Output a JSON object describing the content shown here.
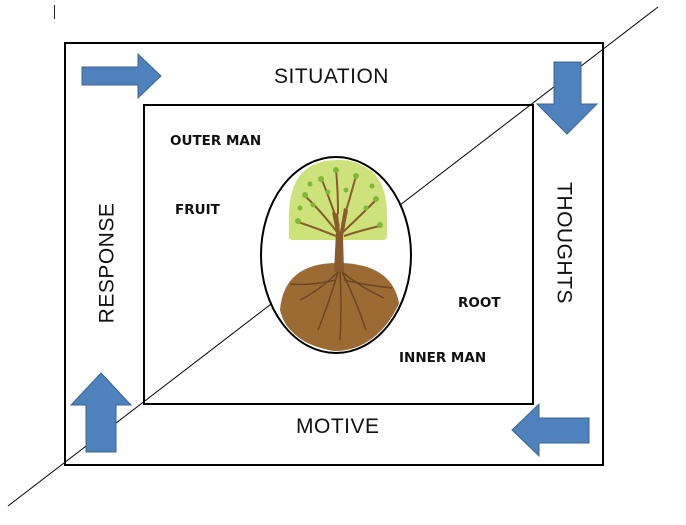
{
  "labels": {
    "situation": "SITUATION",
    "thoughts": "THOUGHTS",
    "motive": "MOTIVE",
    "response": "RESPONSE",
    "outer_man": "OUTER MAN",
    "fruit": "FRUIT",
    "root": "ROOT",
    "inner_man": "INNER MAN"
  },
  "colors": {
    "arrow": "#4F81BD",
    "arrow_stroke": "#3A6595",
    "frame": "#000000",
    "canopy": "#CDE27A",
    "leaf": "#7FB83A",
    "trunk": "#8A5A2E",
    "soil": "#9C6B34",
    "soil_dark": "#6E4520"
  },
  "icons": {
    "top_left_arrow": "arrow-right-icon",
    "top_right_arrow": "arrow-down-icon",
    "bottom_right_arrow": "arrow-left-icon",
    "bottom_left_arrow": "arrow-up-icon",
    "tree": "tree-with-roots-icon"
  }
}
